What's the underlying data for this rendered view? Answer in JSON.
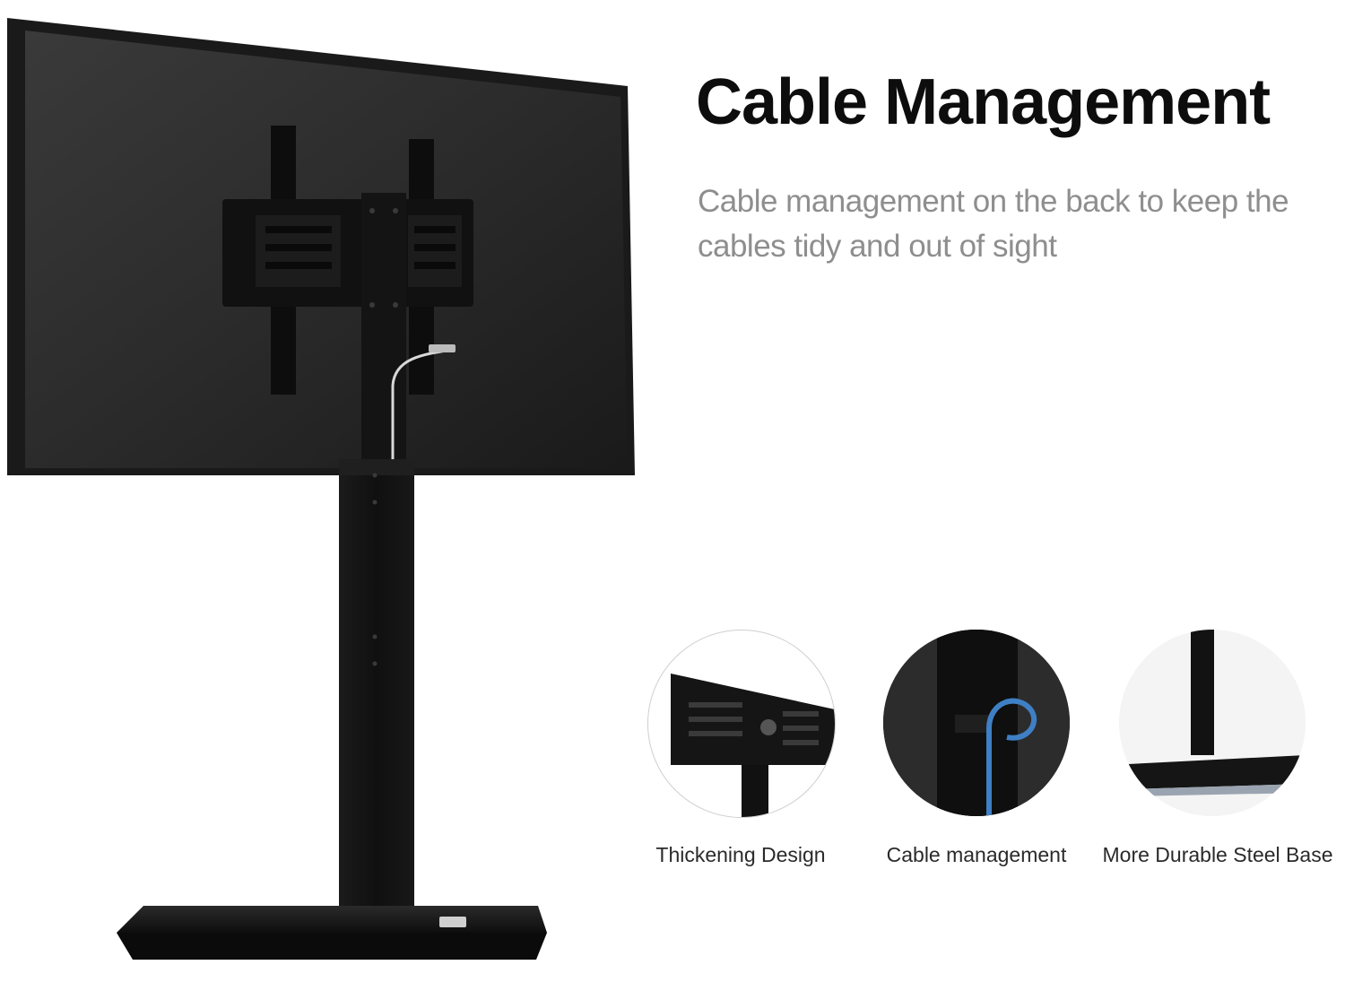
{
  "heading": "Cable Management",
  "description": "Cable management on the back to keep the cables tidy and out of sight",
  "features": [
    {
      "label": "Thickening Design",
      "icon": "vesa-bracket-closeup"
    },
    {
      "label": "Cable management",
      "icon": "cable-clip-closeup"
    },
    {
      "label": "More Durable Steel Base",
      "icon": "steel-base-closeup"
    }
  ],
  "colors": {
    "background": "#ffffff",
    "title": "#0d0d0d",
    "description": "#8e8e8e",
    "stand": "#111111"
  }
}
